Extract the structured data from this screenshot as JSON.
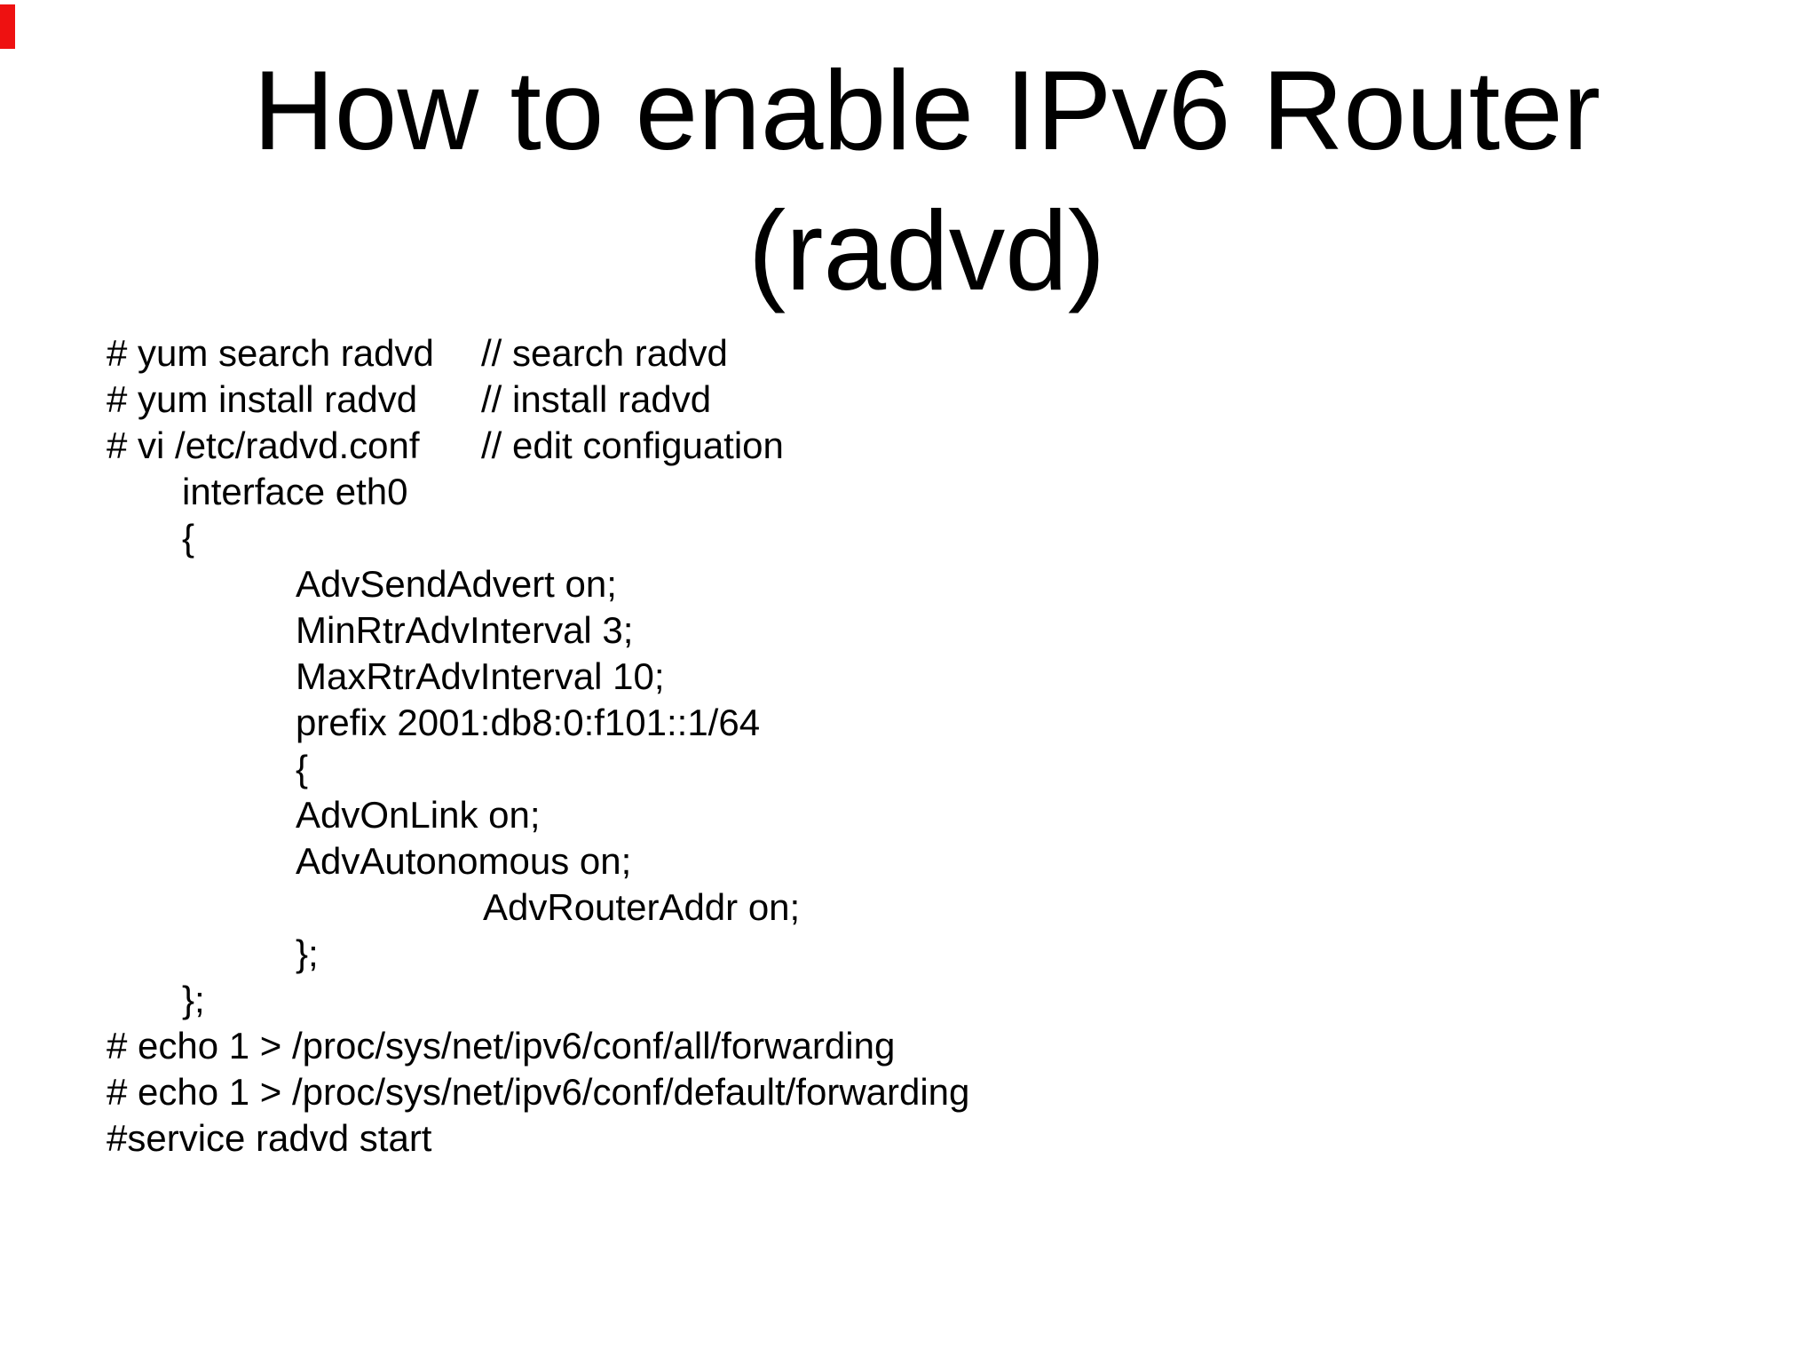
{
  "slide": {
    "marker_color": "#ee1111",
    "title": {
      "line1": "How to enable IPv6 Router",
      "line2": "(radvd)"
    },
    "code": {
      "lines": [
        {
          "indent": 120,
          "text": "# yum search radvd",
          "comment": "// search radvd"
        },
        {
          "indent": 120,
          "text": "# yum install radvd",
          "comment": "// install radvd"
        },
        {
          "indent": 120,
          "text": "# vi /etc/radvd.conf",
          "comment": "// edit configuation"
        },
        {
          "indent": 205,
          "text": "interface eth0"
        },
        {
          "indent": 205,
          "text": "{"
        },
        {
          "indent": 333,
          "text": "AdvSendAdvert on;"
        },
        {
          "indent": 333,
          "text": "MinRtrAdvInterval 3;"
        },
        {
          "indent": 333,
          "text": "MaxRtrAdvInterval 10;"
        },
        {
          "indent": 333,
          "text": "prefix 2001:db8:0:f101::1/64"
        },
        {
          "indent": 333,
          "text": "{"
        },
        {
          "indent": 333,
          "text": "AdvOnLink on;"
        },
        {
          "indent": 333,
          "text": "AdvAutonomous on;"
        },
        {
          "indent": 544,
          "text": "AdvRouterAddr on;"
        },
        {
          "indent": 333,
          "text": "};"
        },
        {
          "indent": 205,
          "text": "};"
        },
        {
          "indent": 120,
          "text": "# echo 1 > /proc/sys/net/ipv6/conf/all/forwarding"
        },
        {
          "indent": 120,
          "text": "# echo 1 > /proc/sys/net/ipv6/conf/default/forwarding"
        },
        {
          "indent": 120,
          "text": "#service radvd start"
        }
      ]
    }
  }
}
